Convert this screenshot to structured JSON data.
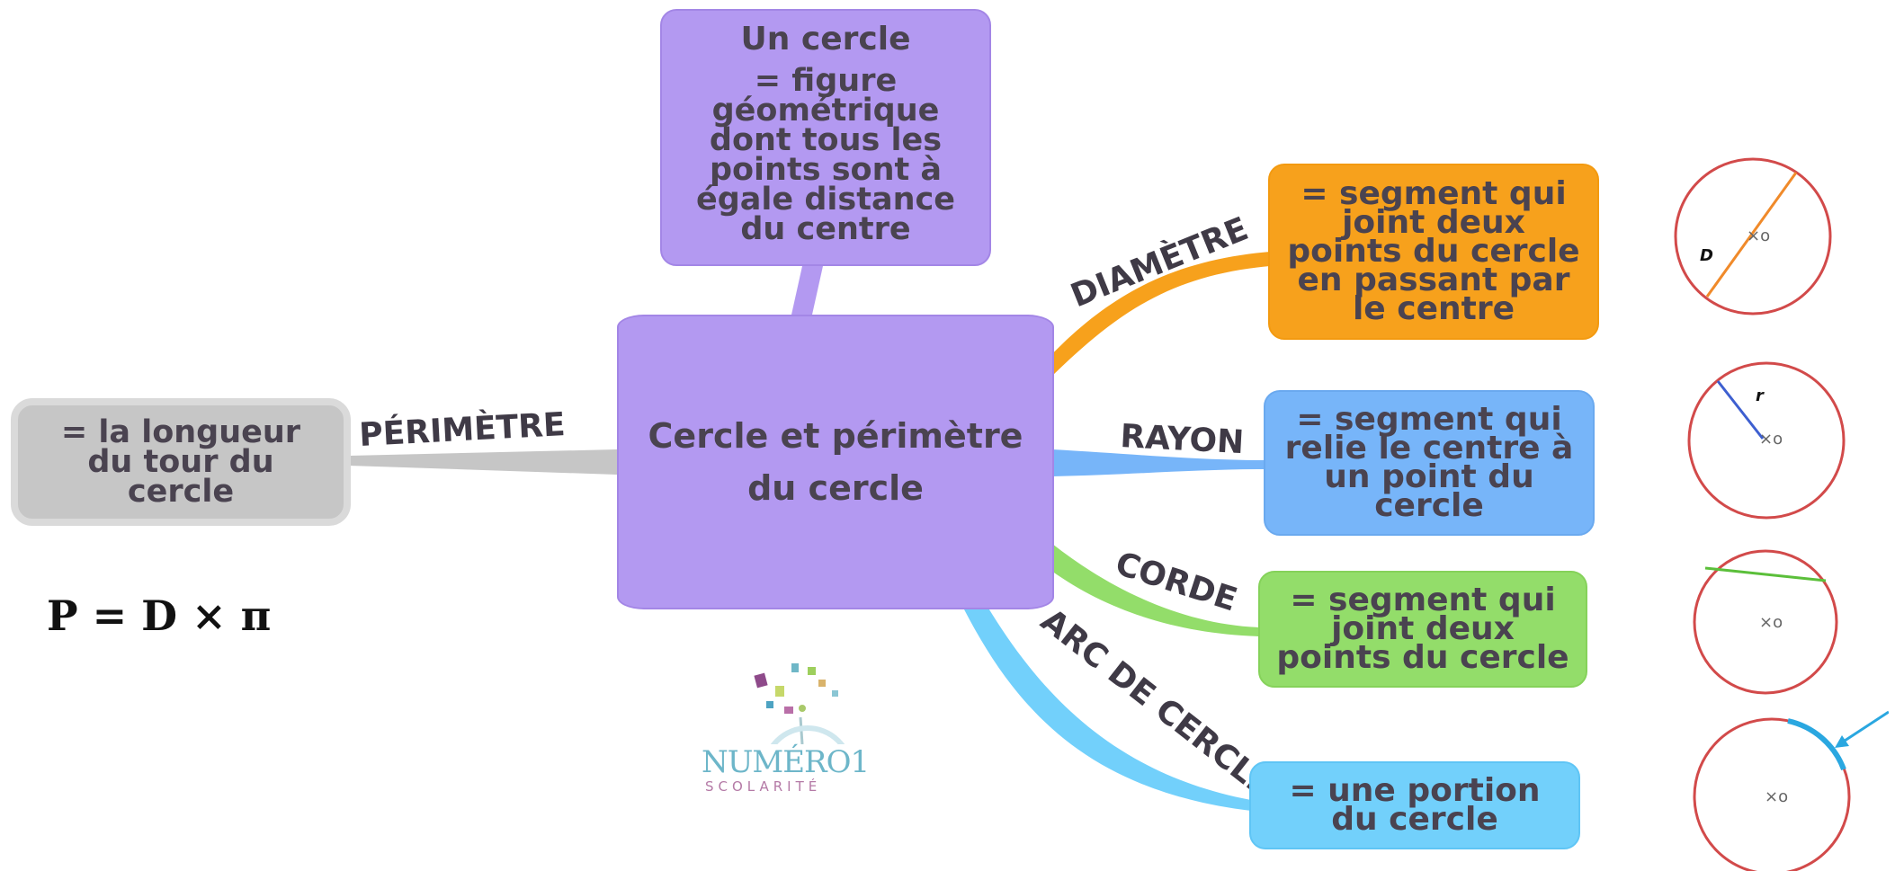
{
  "center": {
    "title": "Cercle et périmètre\ndu cercle"
  },
  "definition": {
    "title": "Un cercle",
    "body": "= figure\ngéométrique\ndont tous les\npoints sont à\négale distance\ndu centre"
  },
  "branches": {
    "perimetre": {
      "label": "PÉRIMÈTRE",
      "text": "= la longueur\ndu tour du\ncercle"
    },
    "diametre": {
      "label": "DIAMÈTRE",
      "text": "= segment qui\njoint deux\npoints du cercle\nen passant par\nle centre"
    },
    "rayon": {
      "label": "RAYON",
      "text": "= segment qui\nrelie le centre à\nun point du\ncercle"
    },
    "corde": {
      "label": "CORDE",
      "text": "= segment qui\njoint deux\npoints du cercle"
    },
    "arc": {
      "label": "ARC DE CERCLE",
      "text": "= une portion\ndu cercle"
    }
  },
  "formula": "P = D × π",
  "logo": {
    "name": "NUMÉRO1",
    "sub": "SCOLARITÉ"
  },
  "figures": {
    "center_mark": "×o",
    "diameter_letter": "D",
    "radius_letter": "r"
  },
  "colors": {
    "center": "#b399f1",
    "perimetre": "#c6c6c6",
    "diametre": "#f7a11c",
    "rayon": "#77b5f9",
    "corde": "#93dd6a",
    "arc": "#72d0fb",
    "circle_outline": "#d24a4a"
  }
}
